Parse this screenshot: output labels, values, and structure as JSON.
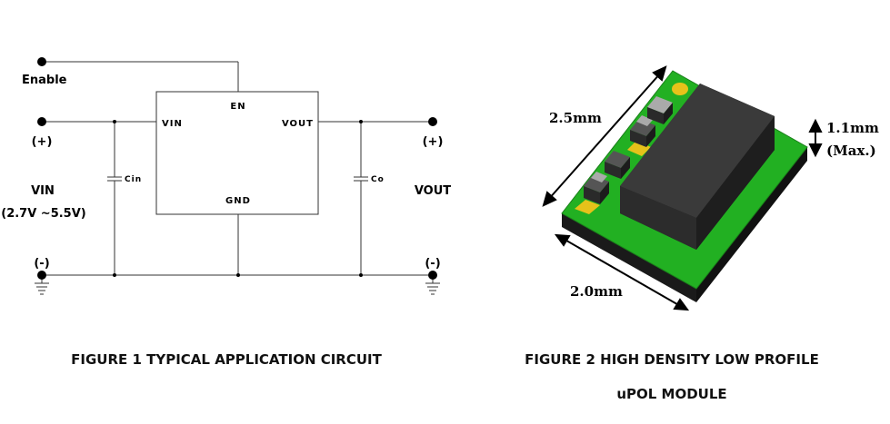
{
  "circuit": {
    "enable_label": "Enable",
    "pins": {
      "en": "EN",
      "vin": "VIN",
      "vout": "VOUT",
      "gnd": "GND"
    },
    "cin_label": "Cin",
    "co_label": "Co",
    "vin_plus": "(+)",
    "vin_minus": "(-)",
    "vout_plus": "(+)",
    "vout_minus": "(-)",
    "vin_label": "VIN",
    "vin_range": "(2.7V ~5.5V)",
    "vout_label": "VOUT"
  },
  "module": {
    "length_label": "2.5mm",
    "width_label": "2.0mm",
    "height_label": "1.1mm",
    "height_note": "(Max.)",
    "colors": {
      "pcb": "#22b022",
      "body": "#2a2a2a",
      "pad": "#e6c21a"
    }
  },
  "captions": {
    "figure1": "FIGURE 1 TYPICAL APPLICATION CIRCUIT",
    "figure2_line1": "FIGURE 2 HIGH DENSITY LOW PROFILE",
    "figure2_line2": "uPOL MODULE"
  }
}
